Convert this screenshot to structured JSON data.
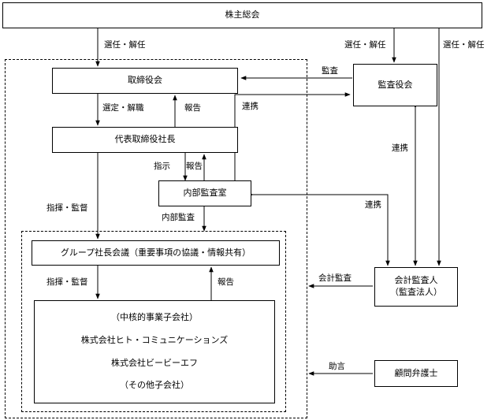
{
  "boxes": {
    "shareholders": "株主総会",
    "board": "取締役会",
    "president": "代表取締役社長",
    "internal_audit": "内部監査室",
    "auditors": "監査役会",
    "group_meeting": "グループ社長会議（重要事項の協議・情報共有）",
    "accounting_auditor_line1": "会計監査人",
    "accounting_auditor_line2": "（監査法人）",
    "advisor": "顧問弁護士",
    "subsidiaries": [
      "（中核的事業子会社）",
      "株式会社ヒト・コミュニケーションズ",
      "株式会社ビービーエフ",
      "（その他子会社）"
    ]
  },
  "labels": {
    "elect_dismiss_board": "選任・解任",
    "elect_dismiss_auditors": "選任・解任",
    "elect_dismiss_accounting": "選任・解任",
    "select_dismiss": "選定・解職",
    "report_to_board": "報告",
    "audit": "監査",
    "coordination_board_audit": "連携",
    "coordination_auditors_accounting": "連携",
    "coordination_internal_accounting": "連携",
    "instruction": "指示",
    "report_to_president": "報告",
    "command_supervision_1": "指揮・監督",
    "internal_audit_label": "内部監査",
    "command_supervision_2": "指揮・監督",
    "report_to_meeting": "報告",
    "accounting_audit": "会計監査",
    "advice": "助言"
  }
}
